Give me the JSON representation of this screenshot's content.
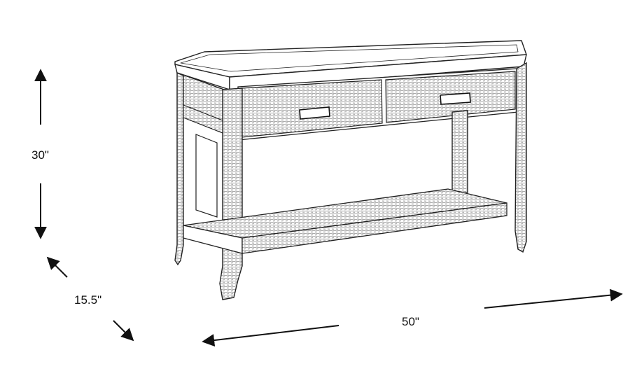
{
  "dimensions": {
    "height": "30\"",
    "depth": "15.5\"",
    "width": "50\""
  },
  "product": {
    "drawer_count": 2
  }
}
